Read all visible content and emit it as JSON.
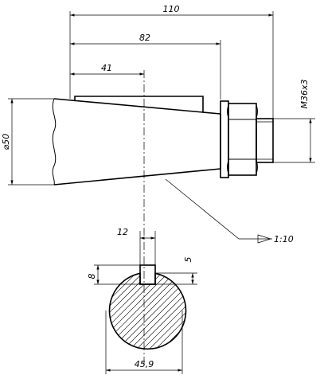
{
  "dimensions": {
    "overall_length": "110",
    "cone_length": "82",
    "half_length": "41",
    "diameter": "⌀50",
    "thread": "M36x3",
    "taper": "1:10",
    "key_width": "12",
    "key_depth": "5",
    "key_height": "8",
    "section_size": "45,9"
  }
}
